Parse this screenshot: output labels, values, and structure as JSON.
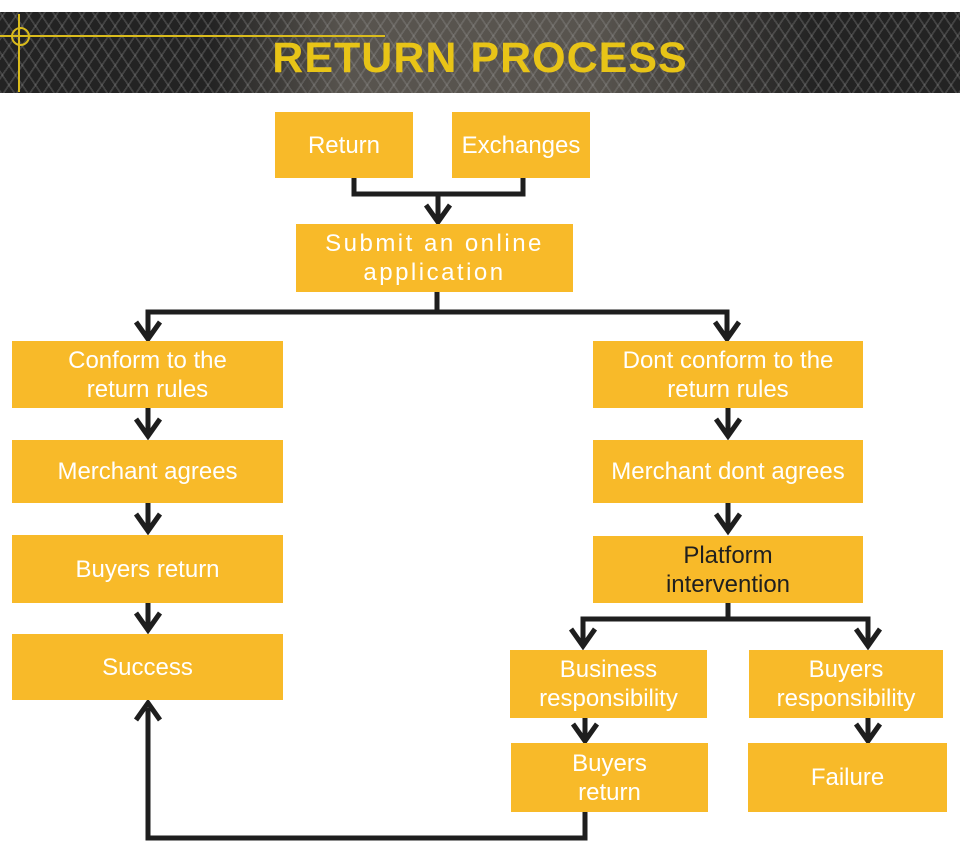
{
  "header": {
    "title": "RETURN PROCESS",
    "accent_color": "#E8C417"
  },
  "colors": {
    "node_fill": "#F8BA29",
    "node_text": "#FFFFFF",
    "platform_text": "#1F1F1F",
    "connector": "#1E1E1E",
    "banner_base": "#232323",
    "banner_band": "#5A5650"
  },
  "nodes": {
    "return": {
      "label": "Return"
    },
    "exchanges": {
      "label": "Exchanges"
    },
    "submit": {
      "label": "Submit an online\napplication"
    },
    "conform": {
      "label": "Conform to the\nreturn rules"
    },
    "merchant_agrees": {
      "label": "Merchant agrees"
    },
    "buyers_return_left": {
      "label": "Buyers return"
    },
    "success": {
      "label": "Success"
    },
    "dont_conform": {
      "label": "Dont conform to the\nreturn rules"
    },
    "merchant_dont_agrees": {
      "label": "Merchant dont agrees"
    },
    "platform_intervention": {
      "label": "Platform\nintervention"
    },
    "business_responsibility": {
      "label": "Business\nresponsibility"
    },
    "buyers_responsibility": {
      "label": "Buyers\nresponsibility"
    },
    "buyers_return_bottom": {
      "label": "Buyers\nreturn"
    },
    "failure": {
      "label": "Failure"
    }
  }
}
